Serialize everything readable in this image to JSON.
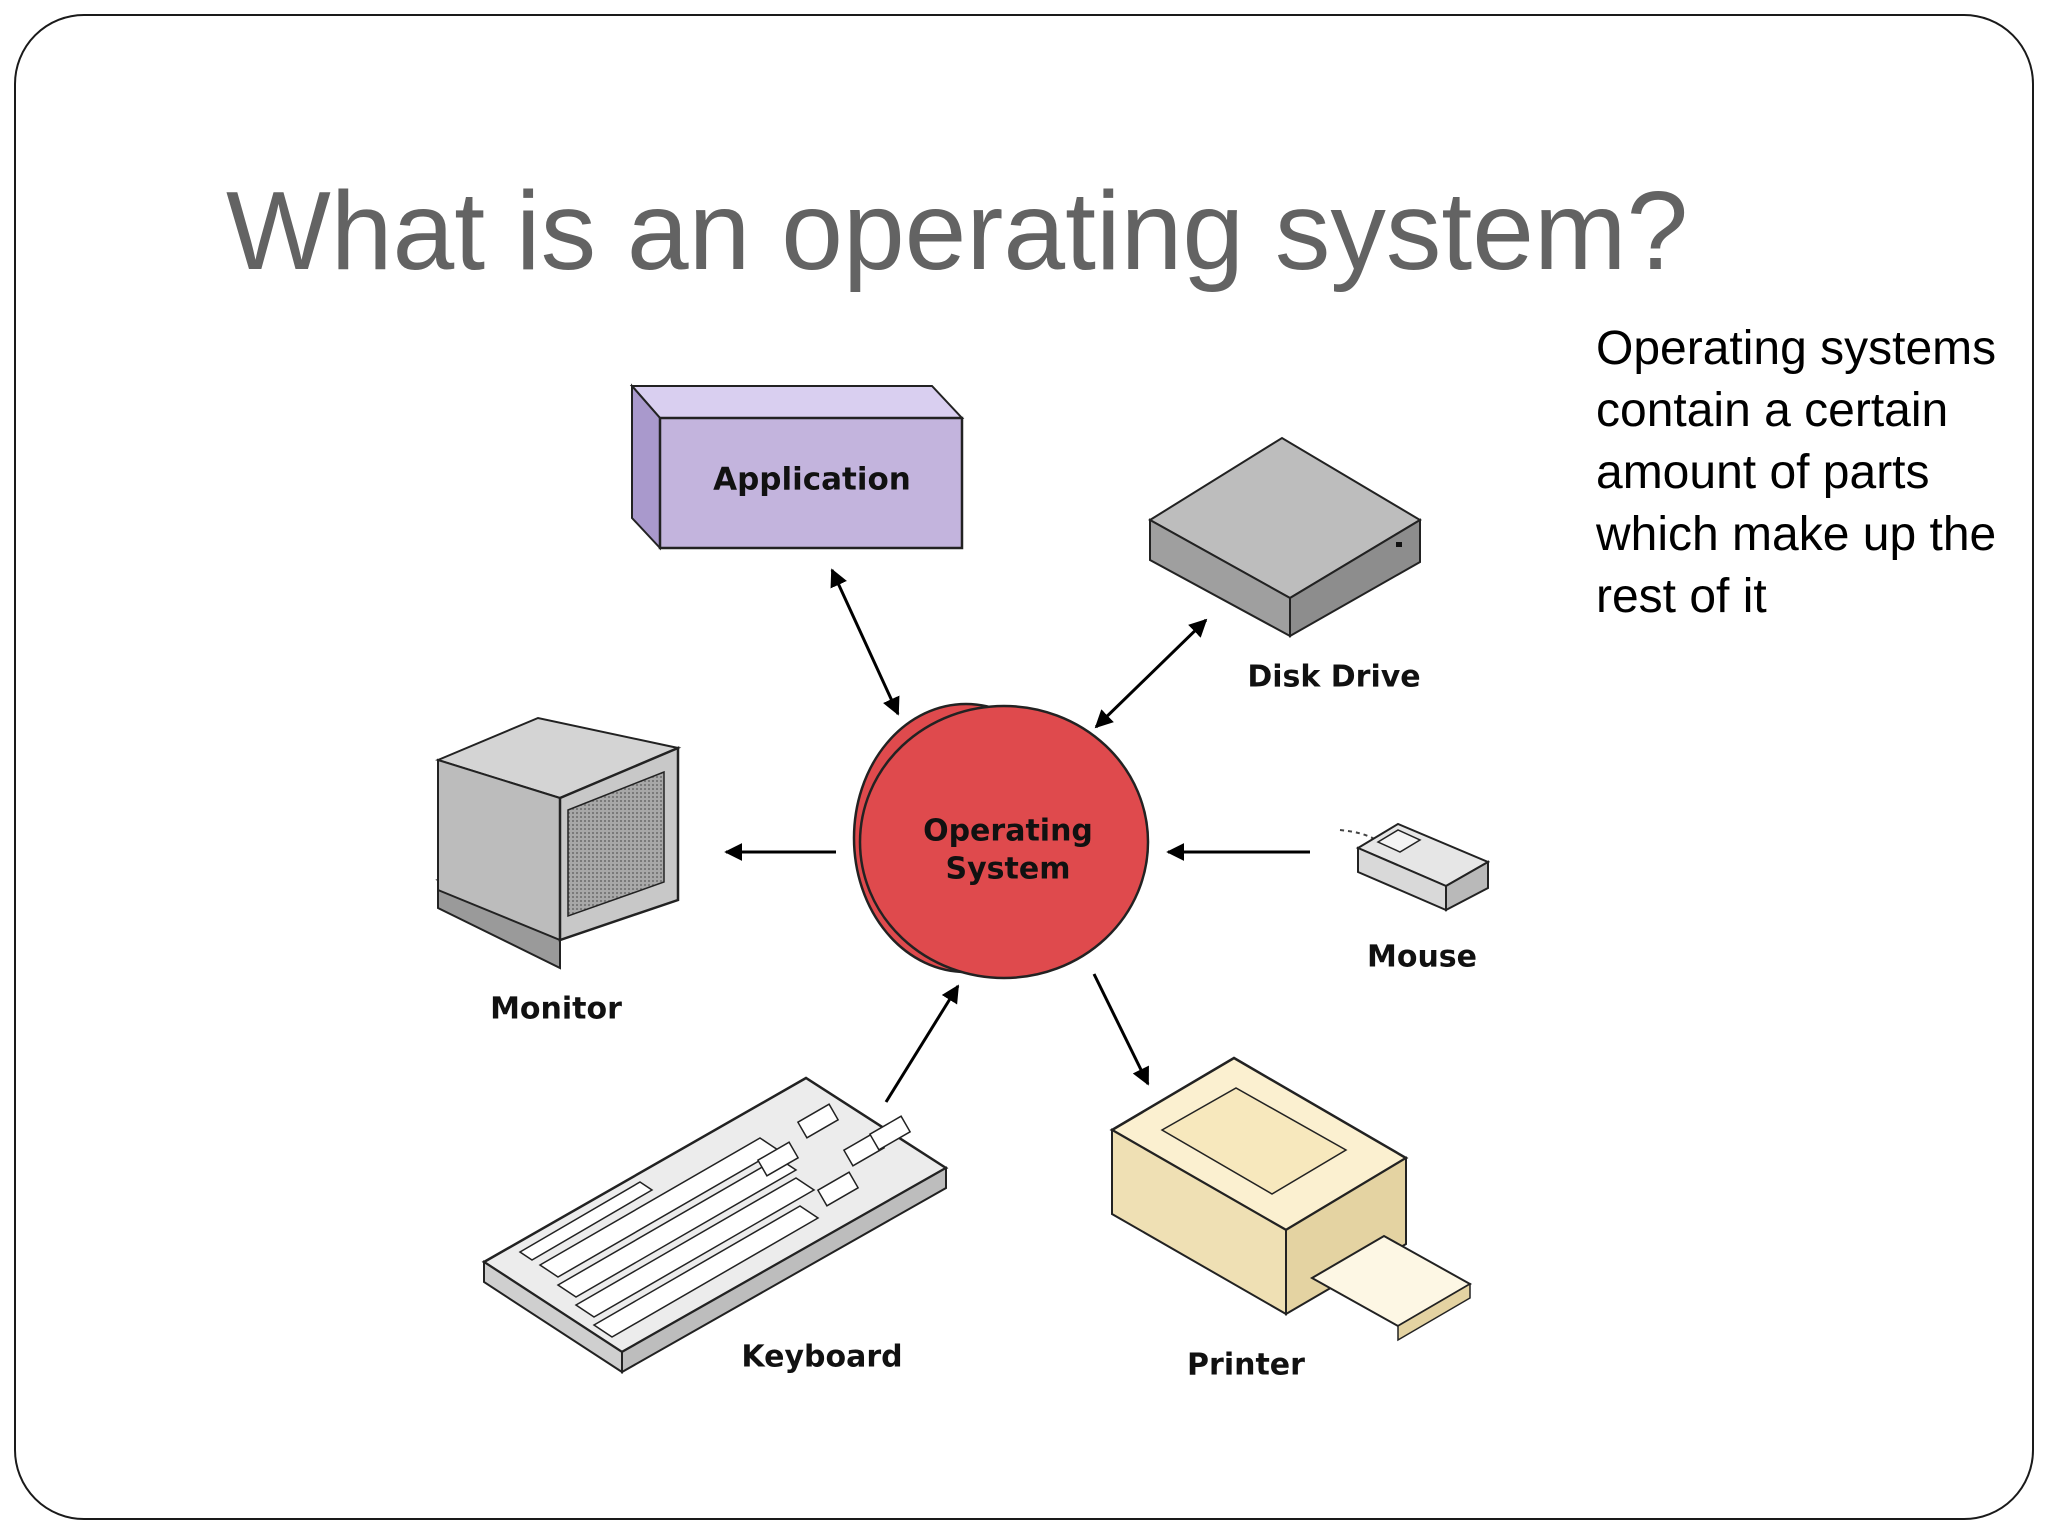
{
  "slide": {
    "title": "What is an operating system?",
    "body": "Operating systems contain a certain amount of parts which make up the rest of it"
  },
  "diagram": {
    "center": {
      "line1": "Operating",
      "line2": "System"
    },
    "labels": {
      "application": "Application",
      "disk_drive": "Disk Drive",
      "monitor": "Monitor",
      "mouse": "Mouse",
      "keyboard": "Keyboard",
      "printer": "Printer"
    },
    "colors": {
      "operating_system": "#df4a4d",
      "application": "#c3b4dd",
      "disk_drive": "#b3b3b3",
      "monitor": "#c8c8c8",
      "mouse": "#d9d9d9",
      "keyboard": "#ececec",
      "printer": "#fbf0d0"
    }
  }
}
